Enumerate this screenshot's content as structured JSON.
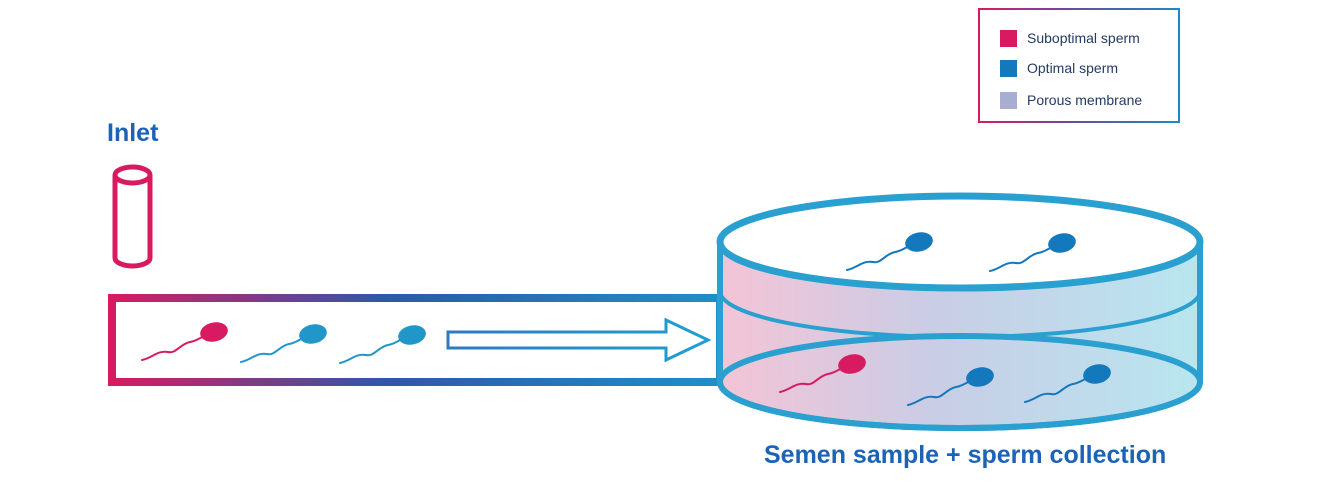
{
  "labels": {
    "inlet": "Inlet",
    "collection": "Semen sample + sperm collection"
  },
  "legend": [
    {
      "label": "Suboptimal sperm",
      "color": "#d81b60"
    },
    {
      "label": "Optimal sperm",
      "color": "#1478bc"
    },
    {
      "label": "Porous membrane",
      "color": "#a7aed2"
    }
  ],
  "colors": {
    "suboptimal": "#d81b60",
    "optimal": "#1478bc",
    "channel_start": "#d81b60",
    "channel_end": "#1f8fc8",
    "dish": "#2aa0d0",
    "label_text": "#1c63b7"
  },
  "icons": [
    "tube-inlet-icon",
    "flow-arrow-icon",
    "petri-dish-icon",
    "sperm-icon"
  ]
}
